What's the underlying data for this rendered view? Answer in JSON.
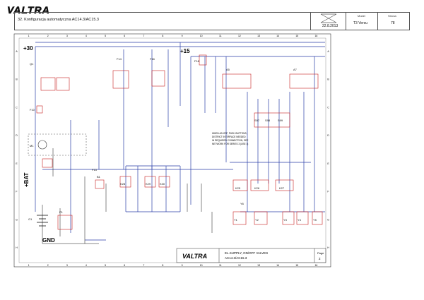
{
  "brand": {
    "logo_text": "VALTRA"
  },
  "header": {
    "title": "32. Konfiguracja automatyczna AC14.3/AC15.3",
    "date": "22.8.2013",
    "model_label": "Model",
    "model_value": "T3 Versu",
    "page_label": "Strona",
    "page_value": "78"
  },
  "schematic": {
    "rail_plus30": "+30",
    "rail_plus15": "+15",
    "rail_bat": "+BAT",
    "rail_gnd": "GND",
    "column_numbers": [
      "1",
      "2",
      "3",
      "4",
      "5",
      "6",
      "7",
      "8",
      "9",
      "10",
      "11",
      "12",
      "13",
      "14",
      "15",
      "16"
    ],
    "row_letters": [
      "A",
      "B",
      "C",
      "D",
      "E",
      "F",
      "G",
      "H"
    ],
    "note_text": [
      "WHEN AD-OFF, PUSH BUTTONS,",
      "DISTRICT INTERFACE NEEDED",
      "IN REQUIRED CONNECTION, SEE",
      "NETWORK FOR SERIES 3 (USE 1)"
    ],
    "component_labels": [
      "Q1",
      "F10",
      "F13",
      "F14",
      "F16",
      "F18",
      "S97",
      "S98",
      "S99",
      "K25",
      "K26",
      "K27",
      "K28",
      "K29",
      "K30",
      "Y1",
      "Y2",
      "Y3",
      "Y4",
      "Y5",
      "Y6",
      "G1",
      "M1",
      "A5",
      "A7",
      "P1",
      "B1"
    ]
  },
  "title_block": {
    "brand": "VALTRA",
    "desc_line1": "EL.SUPPLY, ON/OFF VALVES",
    "desc_line2": "AC14.3/AC15.3",
    "page_label": "Page",
    "page_value": "2"
  }
}
